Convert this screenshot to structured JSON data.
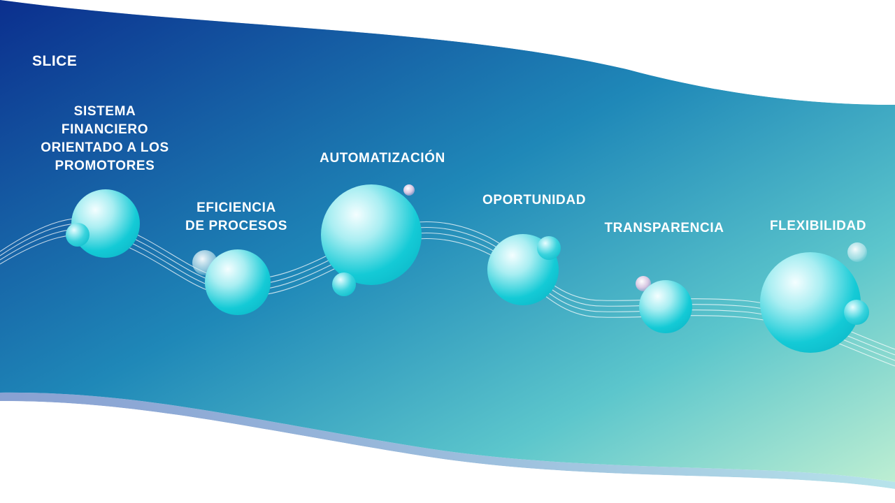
{
  "brand": "SLICE",
  "features": [
    {
      "lines": [
        "SISTEMA",
        "FINANCIERO",
        "ORIENTADO A LOS",
        "PROMOTORES"
      ]
    },
    {
      "lines": [
        "EFICIENCIA",
        "DE PROCESOS"
      ]
    },
    {
      "lines": [
        "AUTOMATIZACIÓN"
      ]
    },
    {
      "lines": [
        "OPORTUNIDAD"
      ]
    },
    {
      "lines": [
        "TRANSPARENCIA"
      ]
    },
    {
      "lines": [
        "FLEXIBILIDAD"
      ]
    }
  ],
  "colors": {
    "band_start": "#0b2f8e",
    "band_mid": "#1f8ab8",
    "band_end": "#b9ecd2",
    "bubble_light": "#e9fbfd",
    "bubble_dark": "#12c9d6"
  }
}
